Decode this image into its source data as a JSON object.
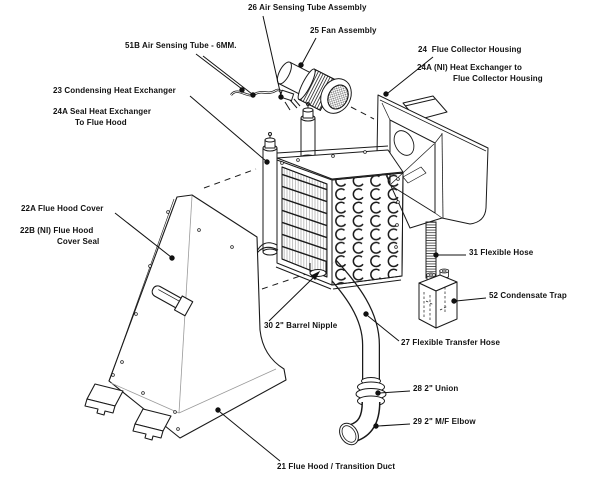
{
  "diagram": {
    "type": "exploded-parts-diagram",
    "subject": "condensing heat exchanger / flue hood assembly",
    "colors": {
      "line": "#1a1a1a",
      "light_line": "#9a9a9a",
      "background": "#ffffff"
    },
    "labels": {
      "air_sensing_tube_assembly": "26 Air Sensing Tube Assembly",
      "fan_assembly": "25 Fan Assembly",
      "air_sensing_tube_6mm": "51B Air Sensing Tube - 6MM.",
      "flue_collector_housing": "24  Flue Collector Housing",
      "hx_to_flue_collector_line1": "24A (NI) Heat Exchanger to",
      "hx_to_flue_collector_line2": "Flue Collector Housing",
      "condensing_heat_exchanger": "23 Condensing Heat Exchanger",
      "seal_hx_to_flue_hood_line1": "24A Seal Heat Exchanger",
      "seal_hx_to_flue_hood_line2": "To Flue Hood",
      "flue_hood_cover": "22A Flue Hood Cover",
      "flue_hood_cover_seal_line1": "22B (NI) Flue Hood",
      "flue_hood_cover_seal_line2": "Cover Seal",
      "flexible_hose": "31 Flexible Hose",
      "condensate_trap": "52 Condensate Trap",
      "barrel_nipple": "30 2\" Barrel Nipple",
      "flexible_transfer_hose": "27 Flexible Transfer Hose",
      "union_2in": "28 2\" Union",
      "mf_elbow_2in": "29 2\" M/F Elbow",
      "flue_hood_transition_duct": "21 Flue Hood / Transition Duct"
    }
  }
}
